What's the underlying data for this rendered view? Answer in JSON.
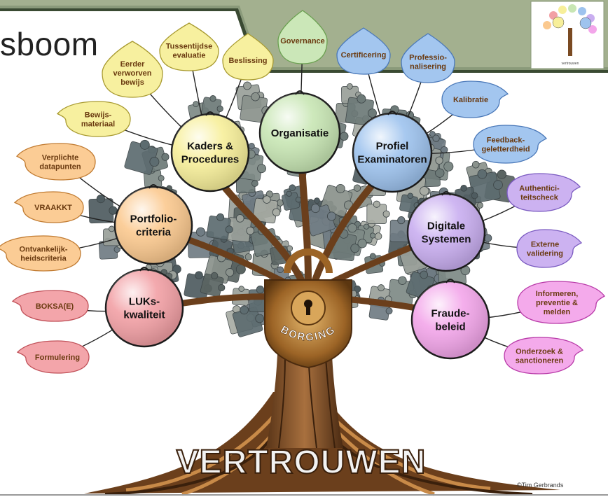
{
  "page": {
    "title_fragment": "sboom",
    "credit": "©Tim Gerbrands",
    "thumbnail_label": "vertrouwen"
  },
  "trunk": {
    "lock_label": "BORGING",
    "roots_label": "VERTROUWEN"
  },
  "branches": [
    {
      "id": "kaders",
      "label_lines": [
        "Kaders &",
        "Procedures"
      ],
      "color": "#f7ef9a",
      "leaves": [
        [
          "Bewijs-",
          "materiaal"
        ],
        [
          "Eerder",
          "verworven",
          "bewijs"
        ],
        [
          "Tussentijdse",
          "evaluatie"
        ],
        [
          "Beslissing"
        ]
      ]
    },
    {
      "id": "organisatie",
      "label_lines": [
        "Organisatie"
      ],
      "color": "#c8e6b4",
      "leaves": [
        [
          "Governance"
        ]
      ]
    },
    {
      "id": "profiel",
      "label_lines": [
        "Profiel",
        "Examinatoren"
      ],
      "color": "#9ec3ee",
      "leaves": [
        [
          "Certificering"
        ],
        [
          "Professio-",
          "nalisering"
        ],
        [
          "Kalibratie"
        ],
        [
          "Feedback-",
          "geletterdheid"
        ]
      ]
    },
    {
      "id": "portfolio",
      "label_lines": [
        "Portfolio-",
        "criteria"
      ],
      "color": "#fbc98f",
      "leaves": [
        [
          "Verplichte",
          "datapunten"
        ],
        [
          "VRAAKKT"
        ],
        [
          "Ontvankelijk-",
          "heidscriteria"
        ]
      ]
    },
    {
      "id": "digitale",
      "label_lines": [
        "Digitale",
        "Systemen"
      ],
      "color": "#c9aef0",
      "leaves": [
        [
          "Authentici-",
          "teitscheck"
        ],
        [
          "Externe",
          "validering"
        ]
      ]
    },
    {
      "id": "luks",
      "label_lines": [
        "LUKs-",
        "kwaliteit"
      ],
      "color": "#f2a0a5",
      "leaves": [
        [
          "BOKSA(E)"
        ],
        [
          "Formulering"
        ]
      ]
    },
    {
      "id": "fraude",
      "label_lines": [
        "Fraude-",
        "beleid"
      ],
      "color": "#f3a6ea",
      "leaves": [
        [
          "Informeren,",
          "preventie &",
          "melden"
        ],
        [
          "Onderzoek &",
          "sanctioneren"
        ]
      ]
    }
  ]
}
